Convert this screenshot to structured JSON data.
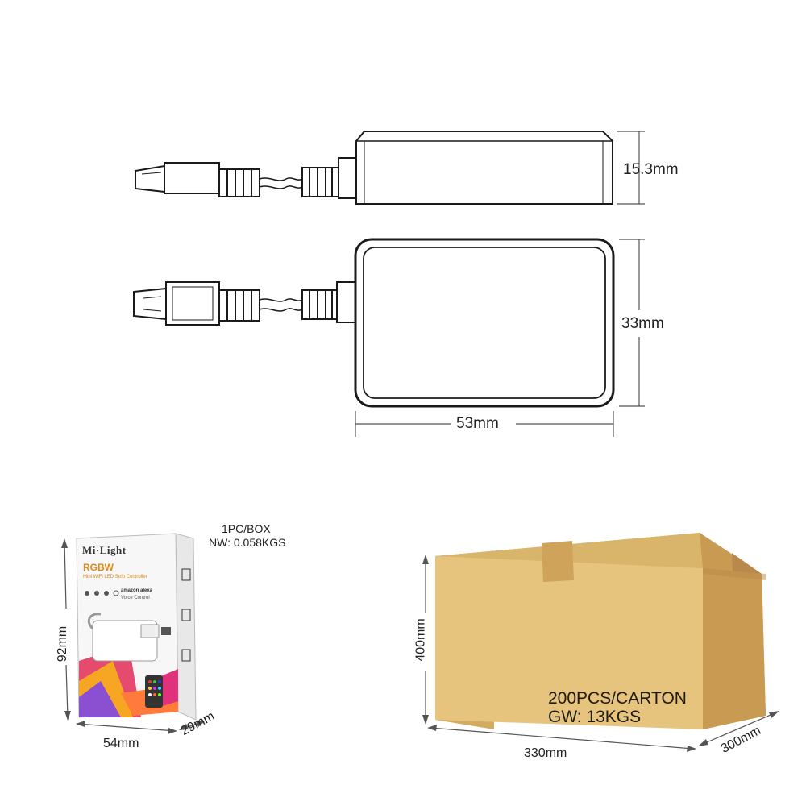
{
  "dimensions": {
    "height": "15.3mm",
    "width": "33mm",
    "length": "53mm"
  },
  "package": {
    "qty": "1PC/BOX",
    "weight": "NW: 0.058KGS",
    "box_height": "92mm",
    "box_width": "54mm",
    "box_depth": "29mm",
    "box_front": {
      "brand": "Mi·Light",
      "product": "RGBW",
      "subtitle": "Mini WiFi LED Strip Controller",
      "partner": "amazon alexa",
      "partner_sub": "Voice Control"
    }
  },
  "carton": {
    "qty": "200PCS/CARTON",
    "weight": "GW: 13KGS",
    "height": "400mm",
    "width": "330mm",
    "depth": "300mm"
  },
  "colors": {
    "line": "#1a1a1a",
    "dim_line": "#555555",
    "carton_front": "#e6c47d",
    "carton_top": "#d9b56c",
    "carton_side": "#c99a52",
    "accent": "#e0871a"
  }
}
